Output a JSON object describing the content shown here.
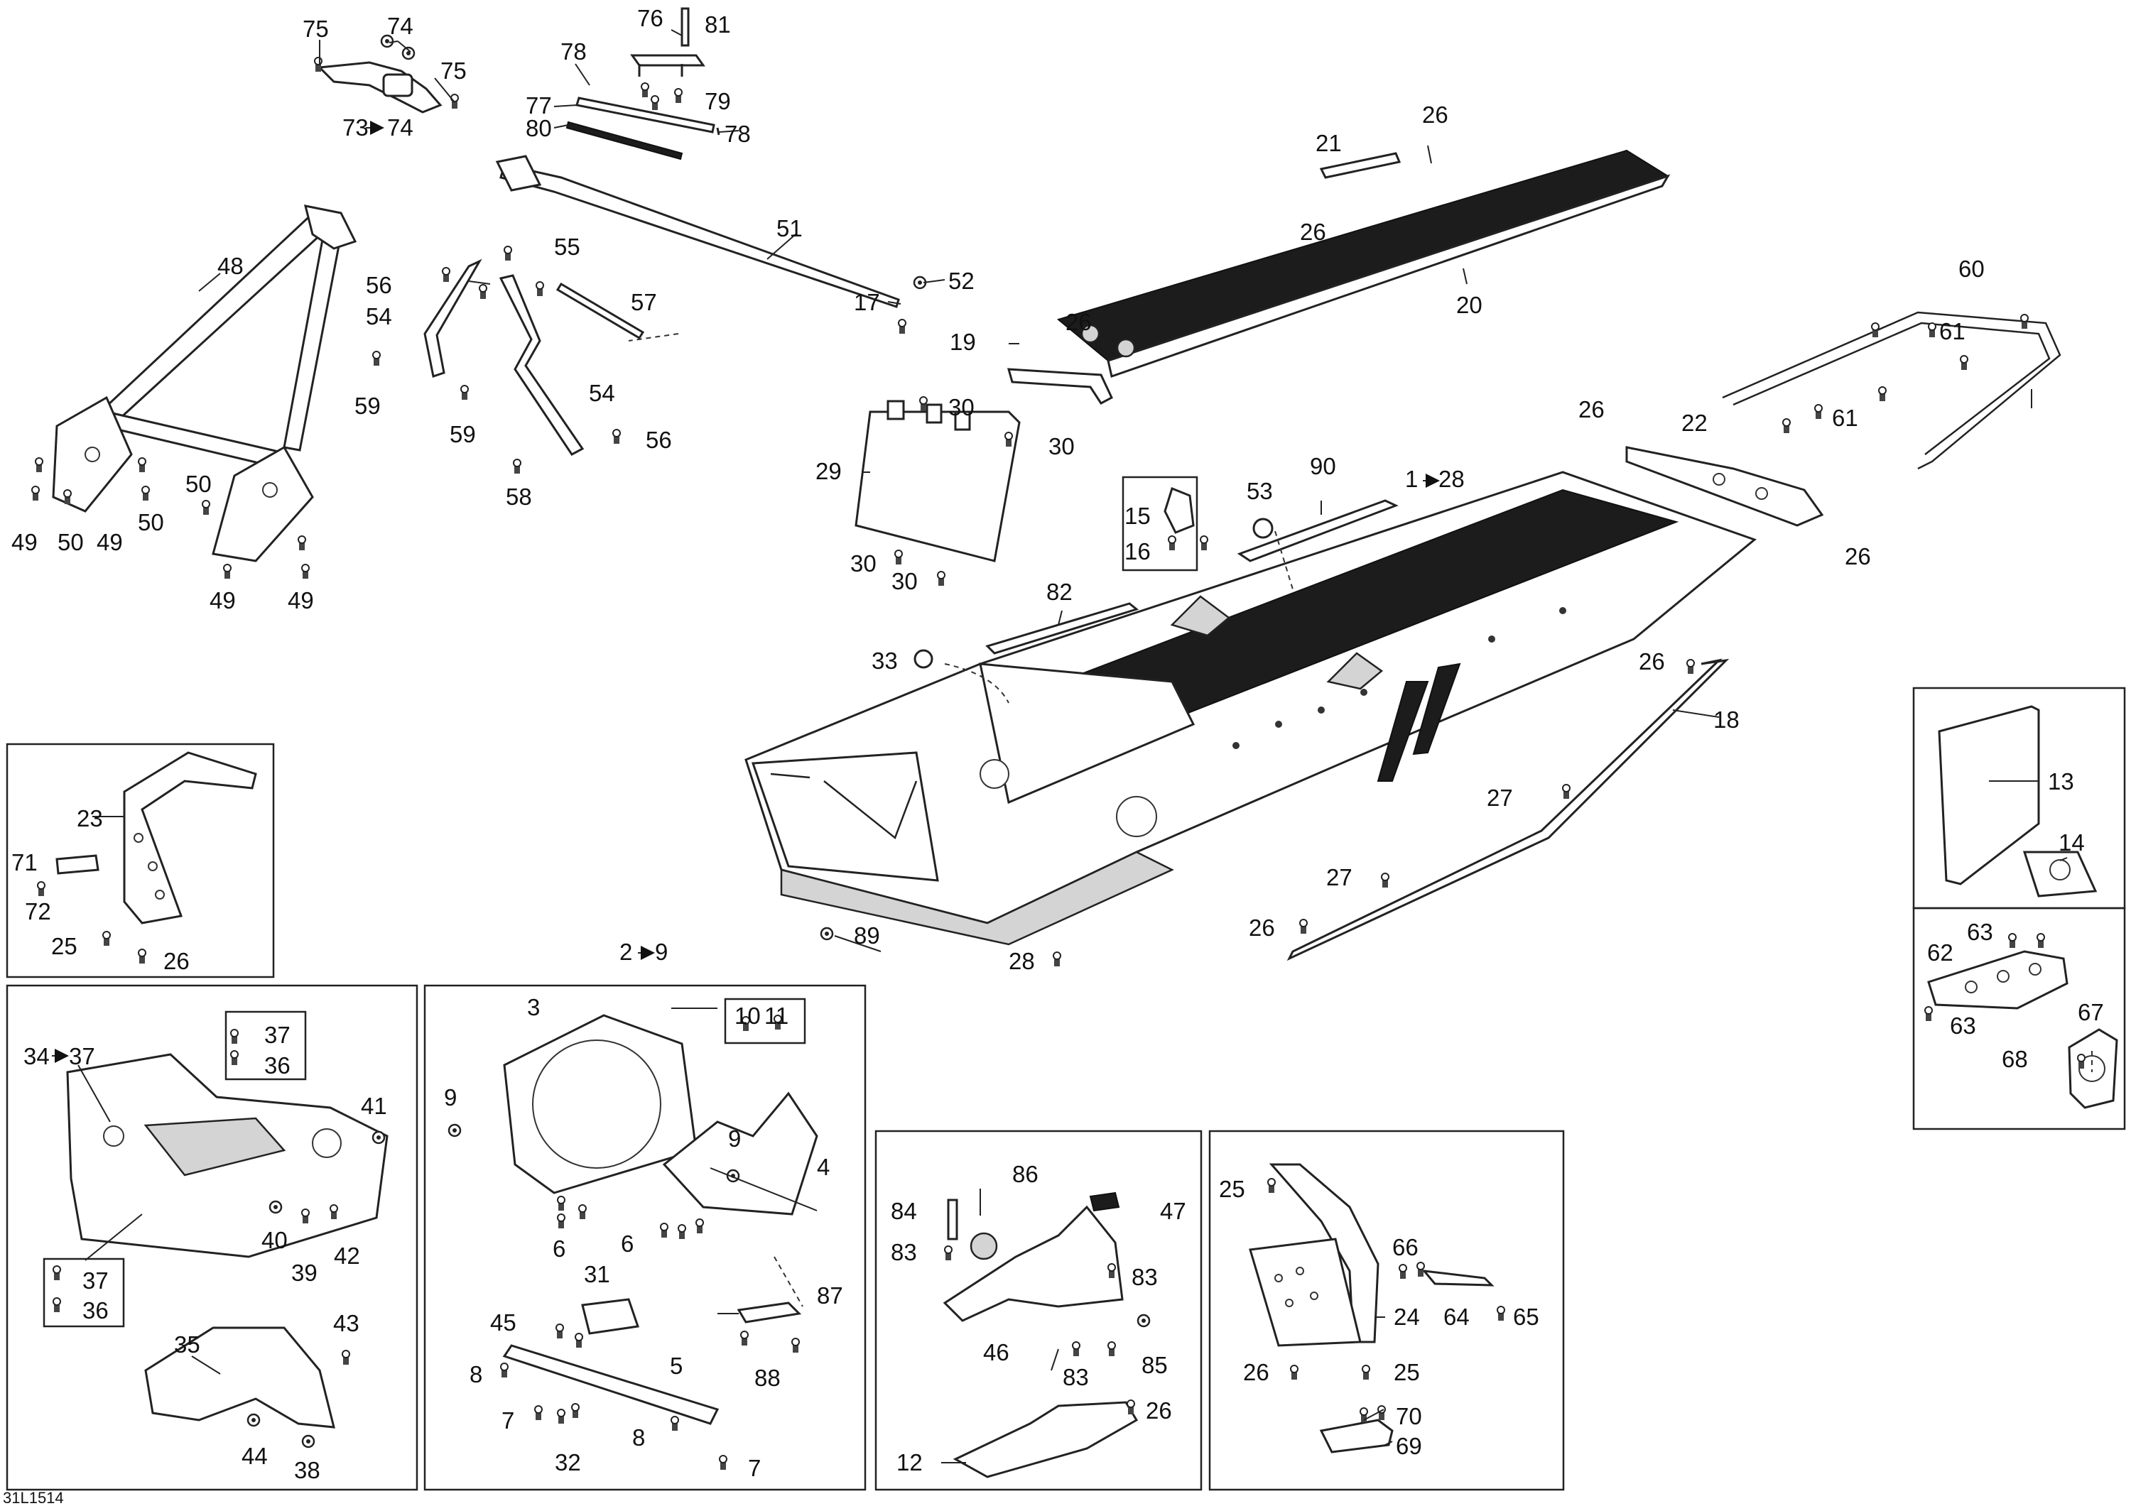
{
  "figure_code": "31L1514",
  "callouts": [
    {
      "id": "c75a",
      "text": "75"
    },
    {
      "id": "c74a",
      "text": "74"
    },
    {
      "id": "c75b",
      "text": "75"
    },
    {
      "id": "c73",
      "text": "73"
    },
    {
      "id": "c74b",
      "text": "74"
    },
    {
      "id": "c76",
      "text": "76"
    },
    {
      "id": "c81",
      "text": "81"
    },
    {
      "id": "c78a",
      "text": "78"
    },
    {
      "id": "c77",
      "text": "77"
    },
    {
      "id": "c79",
      "text": "79"
    },
    {
      "id": "c80",
      "text": "80"
    },
    {
      "id": "c78b",
      "text": "78"
    },
    {
      "id": "c21",
      "text": "21"
    },
    {
      "id": "c26a",
      "text": "26"
    },
    {
      "id": "c26b",
      "text": "26"
    },
    {
      "id": "c20",
      "text": "20"
    },
    {
      "id": "c26c",
      "text": "26"
    },
    {
      "id": "c19",
      "text": "19"
    },
    {
      "id": "c48",
      "text": "48"
    },
    {
      "id": "c51",
      "text": "51"
    },
    {
      "id": "c55",
      "text": "55"
    },
    {
      "id": "c56a",
      "text": "56"
    },
    {
      "id": "c57",
      "text": "57"
    },
    {
      "id": "c54a",
      "text": "54"
    },
    {
      "id": "c52",
      "text": "52"
    },
    {
      "id": "c17",
      "text": "17"
    },
    {
      "id": "c59a",
      "text": "59"
    },
    {
      "id": "c54b",
      "text": "54"
    },
    {
      "id": "c59b",
      "text": "59"
    },
    {
      "id": "c56b",
      "text": "56"
    },
    {
      "id": "c58",
      "text": "58"
    },
    {
      "id": "c50a",
      "text": "50"
    },
    {
      "id": "c50b",
      "text": "50"
    },
    {
      "id": "c49a",
      "text": "49"
    },
    {
      "id": "c50c",
      "text": "50"
    },
    {
      "id": "c49b",
      "text": "49"
    },
    {
      "id": "c49c",
      "text": "49"
    },
    {
      "id": "c49d",
      "text": "49"
    },
    {
      "id": "c30a",
      "text": "30"
    },
    {
      "id": "c30b",
      "text": "30"
    },
    {
      "id": "c29",
      "text": "29"
    },
    {
      "id": "c30c",
      "text": "30"
    },
    {
      "id": "c30d",
      "text": "30"
    },
    {
      "id": "c60",
      "text": "60"
    },
    {
      "id": "c61a",
      "text": "61"
    },
    {
      "id": "c61b",
      "text": "61"
    },
    {
      "id": "c26d",
      "text": "26"
    },
    {
      "id": "c22",
      "text": "22"
    },
    {
      "id": "c26e",
      "text": "26"
    },
    {
      "id": "c90",
      "text": "90"
    },
    {
      "id": "c1",
      "text": "1"
    },
    {
      "id": "c28a",
      "text": "28"
    },
    {
      "id": "c53",
      "text": "53"
    },
    {
      "id": "c15",
      "text": "15"
    },
    {
      "id": "c16",
      "text": "16"
    },
    {
      "id": "c82",
      "text": "82"
    },
    {
      "id": "c33",
      "text": "33"
    },
    {
      "id": "c26f",
      "text": "26"
    },
    {
      "id": "c18",
      "text": "18"
    },
    {
      "id": "c27a",
      "text": "27"
    },
    {
      "id": "c27b",
      "text": "27"
    },
    {
      "id": "c26g",
      "text": "26"
    },
    {
      "id": "c28b",
      "text": "28"
    },
    {
      "id": "c89",
      "text": "89"
    },
    {
      "id": "c13",
      "text": "13"
    },
    {
      "id": "c14",
      "text": "14"
    },
    {
      "id": "c63a",
      "text": "63"
    },
    {
      "id": "c62",
      "text": "62"
    },
    {
      "id": "c67",
      "text": "67"
    },
    {
      "id": "c63b",
      "text": "63"
    },
    {
      "id": "c68",
      "text": "68"
    },
    {
      "id": "c23",
      "text": "23"
    },
    {
      "id": "c71",
      "text": "71"
    },
    {
      "id": "c72",
      "text": "72"
    },
    {
      "id": "c25a",
      "text": "25"
    },
    {
      "id": "c26h",
      "text": "26"
    },
    {
      "id": "c34",
      "text": "34"
    },
    {
      "id": "c37a",
      "text": "37"
    },
    {
      "id": "c37b",
      "text": "37"
    },
    {
      "id": "c36a",
      "text": "36"
    },
    {
      "id": "c41",
      "text": "41"
    },
    {
      "id": "c40",
      "text": "40"
    },
    {
      "id": "c42",
      "text": "42"
    },
    {
      "id": "c39",
      "text": "39"
    },
    {
      "id": "c37c",
      "text": "37"
    },
    {
      "id": "c36b",
      "text": "36"
    },
    {
      "id": "c35",
      "text": "35"
    },
    {
      "id": "c43",
      "text": "43"
    },
    {
      "id": "c44",
      "text": "44"
    },
    {
      "id": "c38",
      "text": "38"
    },
    {
      "id": "c2",
      "text": "2"
    },
    {
      "id": "c9a",
      "text": "9"
    },
    {
      "id": "c3",
      "text": "3"
    },
    {
      "id": "c10",
      "text": "10"
    },
    {
      "id": "c11",
      "text": "11"
    },
    {
      "id": "c9b",
      "text": "9"
    },
    {
      "id": "c9c",
      "text": "9"
    },
    {
      "id": "c4",
      "text": "4"
    },
    {
      "id": "c6a",
      "text": "6"
    },
    {
      "id": "c6b",
      "text": "6"
    },
    {
      "id": "c31",
      "text": "31"
    },
    {
      "id": "c87",
      "text": "87"
    },
    {
      "id": "c45",
      "text": "45"
    },
    {
      "id": "c5",
      "text": "5"
    },
    {
      "id": "c88",
      "text": "88"
    },
    {
      "id": "c8a",
      "text": "8"
    },
    {
      "id": "c7a",
      "text": "7"
    },
    {
      "id": "c8b",
      "text": "8"
    },
    {
      "id": "c32",
      "text": "32"
    },
    {
      "id": "c7b",
      "text": "7"
    },
    {
      "id": "c86",
      "text": "86"
    },
    {
      "id": "c84",
      "text": "84"
    },
    {
      "id": "c47",
      "text": "47"
    },
    {
      "id": "c83a",
      "text": "83"
    },
    {
      "id": "c83b",
      "text": "83"
    },
    {
      "id": "c46",
      "text": "46"
    },
    {
      "id": "c83c",
      "text": "83"
    },
    {
      "id": "c85",
      "text": "85"
    },
    {
      "id": "c26i",
      "text": "26"
    },
    {
      "id": "c12",
      "text": "12"
    },
    {
      "id": "c25b",
      "text": "25"
    },
    {
      "id": "c66",
      "text": "66"
    },
    {
      "id": "c24",
      "text": "24"
    },
    {
      "id": "c64",
      "text": "64"
    },
    {
      "id": "c65",
      "text": "65"
    },
    {
      "id": "c26j",
      "text": "26"
    },
    {
      "id": "c25c",
      "text": "25"
    },
    {
      "id": "c70",
      "text": "70"
    },
    {
      "id": "c69",
      "text": "69"
    }
  ]
}
